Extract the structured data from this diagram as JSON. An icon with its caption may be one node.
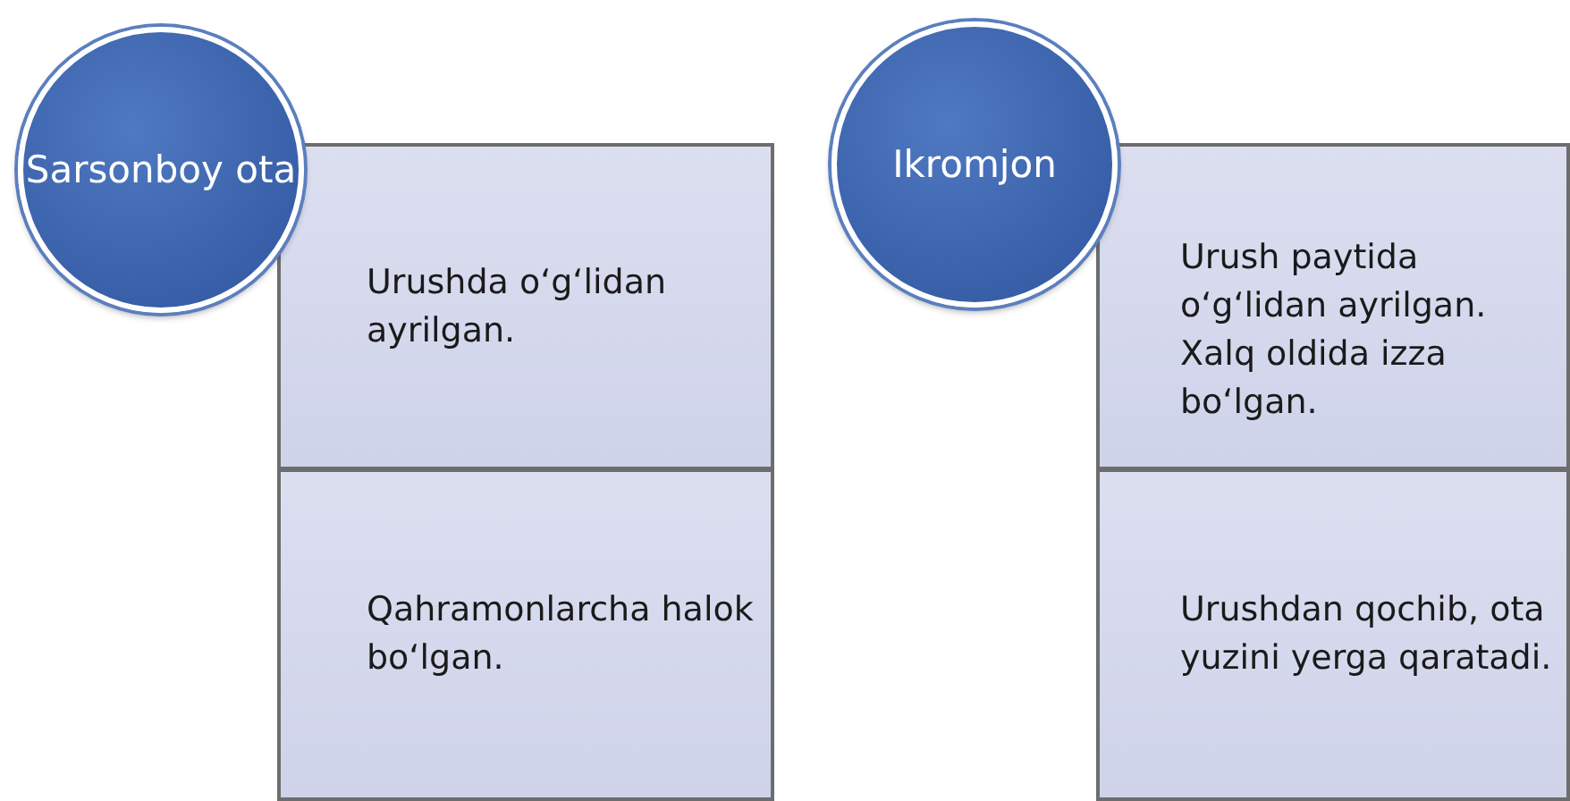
{
  "diagram": {
    "nodes": [
      {
        "text": [
          "Sarsonboy ota"
        ]
      },
      {
        "text": [
          "Urushda o‘g‘lidan ayrilgan."
        ]
      },
      {
        "text": [
          "Qahramonlarcha halok bo‘lgan."
        ]
      },
      {
        "text": [
          "Ikromjon"
        ]
      },
      {
        "text": [
          "Urush paytida o‘g‘lidan ayrilgan. Xalq oldida izza bo‘lgan."
        ]
      },
      {
        "text": [
          "Urushdan qochib, ota yuzini yerga qaratadi."
        ]
      }
    ],
    "edges": []
  }
}
